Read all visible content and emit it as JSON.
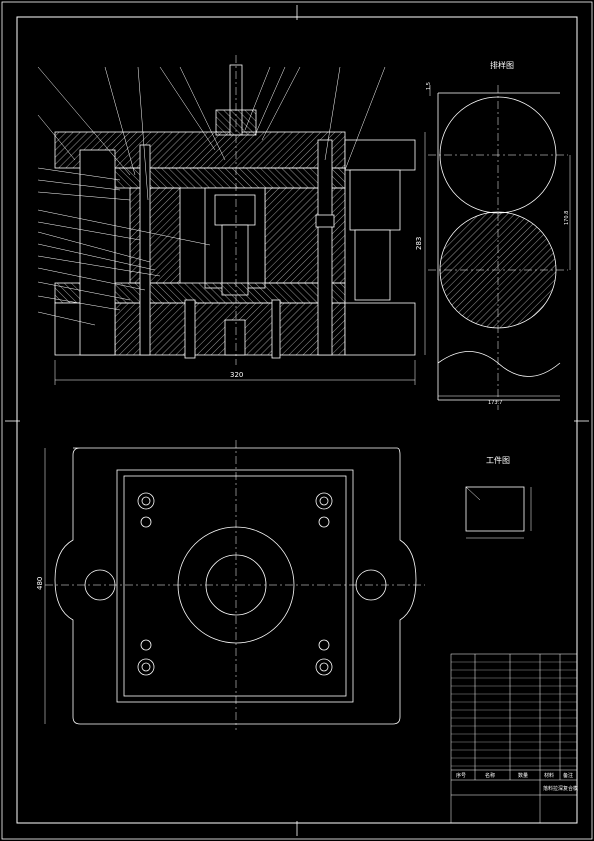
{
  "drawing": {
    "background": "#000000",
    "line_color": "#ffffff",
    "strip_view": {
      "title": "排样图"
    },
    "workpiece_view": {
      "title": "工件图"
    },
    "dimensions": {
      "overall_width": "320",
      "die_height": "283",
      "plan_height": "480",
      "strip_small": "1.5",
      "strip_pitch": "170.8",
      "strip_width": "173.7"
    },
    "title_block": {
      "header": [
        "序号",
        "名称",
        "数量",
        "材料",
        "备注"
      ],
      "drawing_name": "落料拉深复合模"
    }
  }
}
